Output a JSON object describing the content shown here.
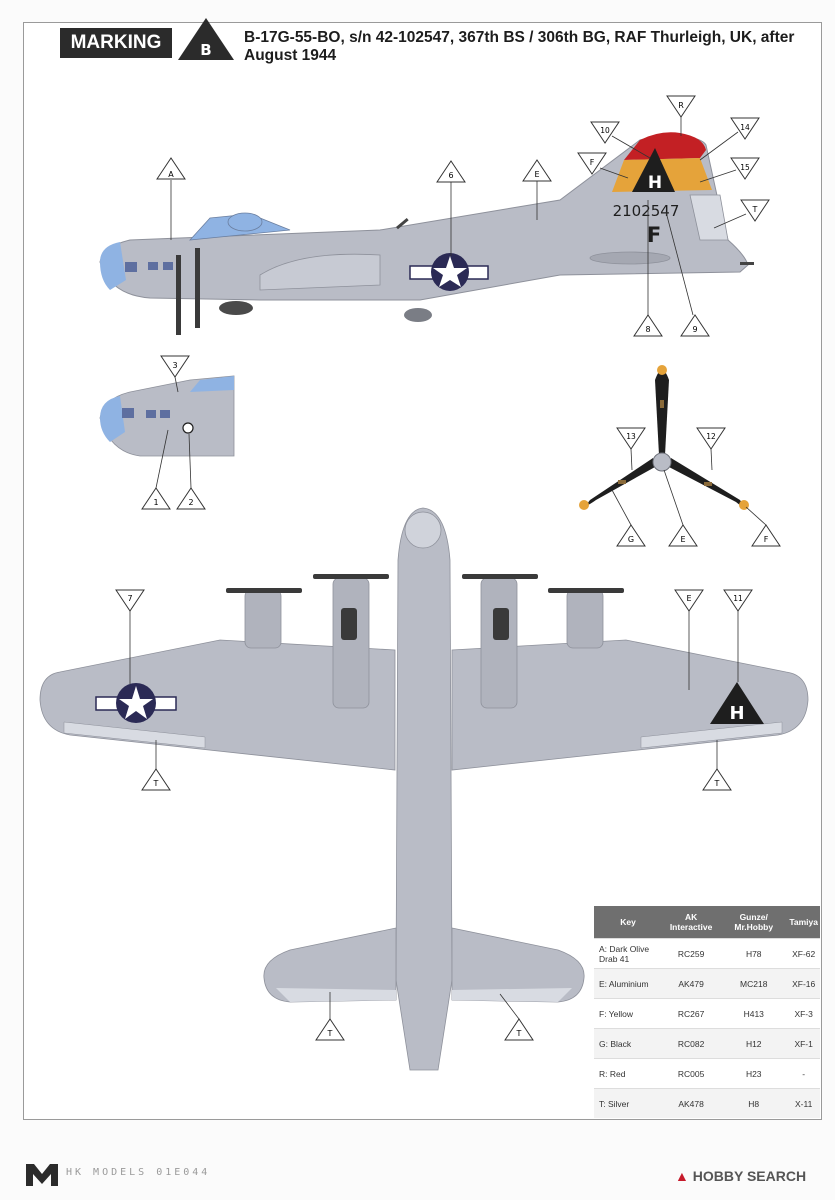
{
  "header": {
    "marking_label": "MARKING",
    "marking_letter": "B",
    "title": "B-17G-55-BO, s/n 42-102547, 367th BS / 306th BG, RAF Thurleigh, UK, after August 1944"
  },
  "side_view": {
    "serial": "2102547",
    "tail_letter": "H",
    "fuselage_letter": "F",
    "callouts": {
      "A": "A",
      "six": "6",
      "E": "E",
      "R": "R",
      "ten": "10",
      "fourteen": "14",
      "Fy": "F",
      "fifteen": "15",
      "T": "T",
      "eight": "8",
      "nine": "9"
    }
  },
  "nose_view": {
    "callouts": {
      "three": "3",
      "one": "1",
      "two": "2"
    }
  },
  "prop_view": {
    "callouts": {
      "thirteen": "13",
      "twelve": "12",
      "G": "G",
      "E": "E",
      "F": "F"
    }
  },
  "top_view": {
    "wing_letter": "H",
    "callouts": {
      "seven": "7",
      "E": "E",
      "eleven": "11",
      "T_left": "T",
      "T_right": "T",
      "T_tail_left": "T",
      "T_tail_right": "T"
    }
  },
  "legend": {
    "headers": [
      "Key",
      "AK Interactive",
      "Gunze/ Mr.Hobby",
      "Tamiya"
    ],
    "rows": [
      [
        "A: Dark Olive Drab 41",
        "RC259",
        "H78",
        "XF-62"
      ],
      [
        "E: Aluminium",
        "AK479",
        "MC218",
        "XF-16"
      ],
      [
        "F: Yellow",
        "RC267",
        "H413",
        "XF-3"
      ],
      [
        "G: Black",
        "RC082",
        "H12",
        "XF-1"
      ],
      [
        "R: Red",
        "RC005",
        "H23",
        "-"
      ],
      [
        "T: Silver",
        "AK478",
        "H8",
        "X-11"
      ]
    ]
  },
  "footer": {
    "publisher": "HK MODELS 01E044",
    "watermark_a": "HOBBY",
    "watermark_b": "SEARCH"
  },
  "colors": {
    "fuselage": "#b9bcc6",
    "panel_lines": "#8e919b",
    "canopy": "#8fb3e3",
    "red": "#c32024",
    "yellow": "#e5a33a",
    "black": "#1e1e1e",
    "insignia_blue": "#2b2a55",
    "header_dark": "#2b2b2b",
    "legend_header": "#6f6f6f"
  }
}
